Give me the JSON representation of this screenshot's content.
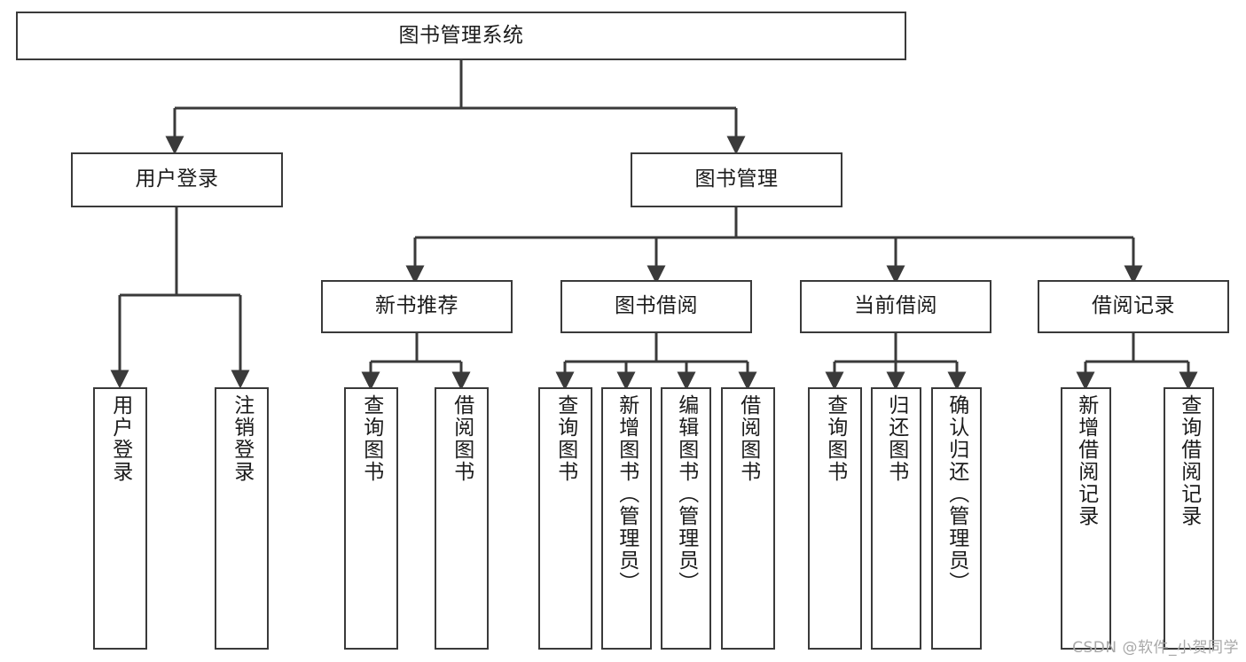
{
  "diagram": {
    "type": "hierarchy-tree",
    "title": "图书管理系统",
    "watermark": "CSDN @软件_小贺同学",
    "colors": {
      "background": "#ffffff",
      "border": "#3a3a3a",
      "connector": "#3a3a3a",
      "text": "#1b1b1b",
      "watermark": "#a8a8a8"
    },
    "nodes": {
      "root": {
        "label": "图书管理系统"
      },
      "level2": [
        {
          "label": "用户登录"
        },
        {
          "label": "图书管理"
        }
      ],
      "level3": [
        {
          "label": "新书推荐"
        },
        {
          "label": "图书借阅"
        },
        {
          "label": "当前借阅"
        },
        {
          "label": "借阅记录"
        }
      ],
      "leaves": {
        "user_login": [
          {
            "label": "用户登录"
          },
          {
            "label": "注销登录"
          }
        ],
        "new_book_recommend": [
          {
            "label": "查询图书"
          },
          {
            "label": "借阅图书"
          }
        ],
        "book_borrow": [
          {
            "label": "查询图书"
          },
          {
            "label": "新增图书（管理员）"
          },
          {
            "label": "编辑图书（管理员）"
          },
          {
            "label": "借阅图书"
          }
        ],
        "current_borrow": [
          {
            "label": "查询图书"
          },
          {
            "label": "归还图书"
          },
          {
            "label": "确认归还（管理员）"
          }
        ],
        "borrow_record": [
          {
            "label": "新增借阅记录"
          },
          {
            "label": "查询借阅记录"
          }
        ]
      }
    }
  }
}
